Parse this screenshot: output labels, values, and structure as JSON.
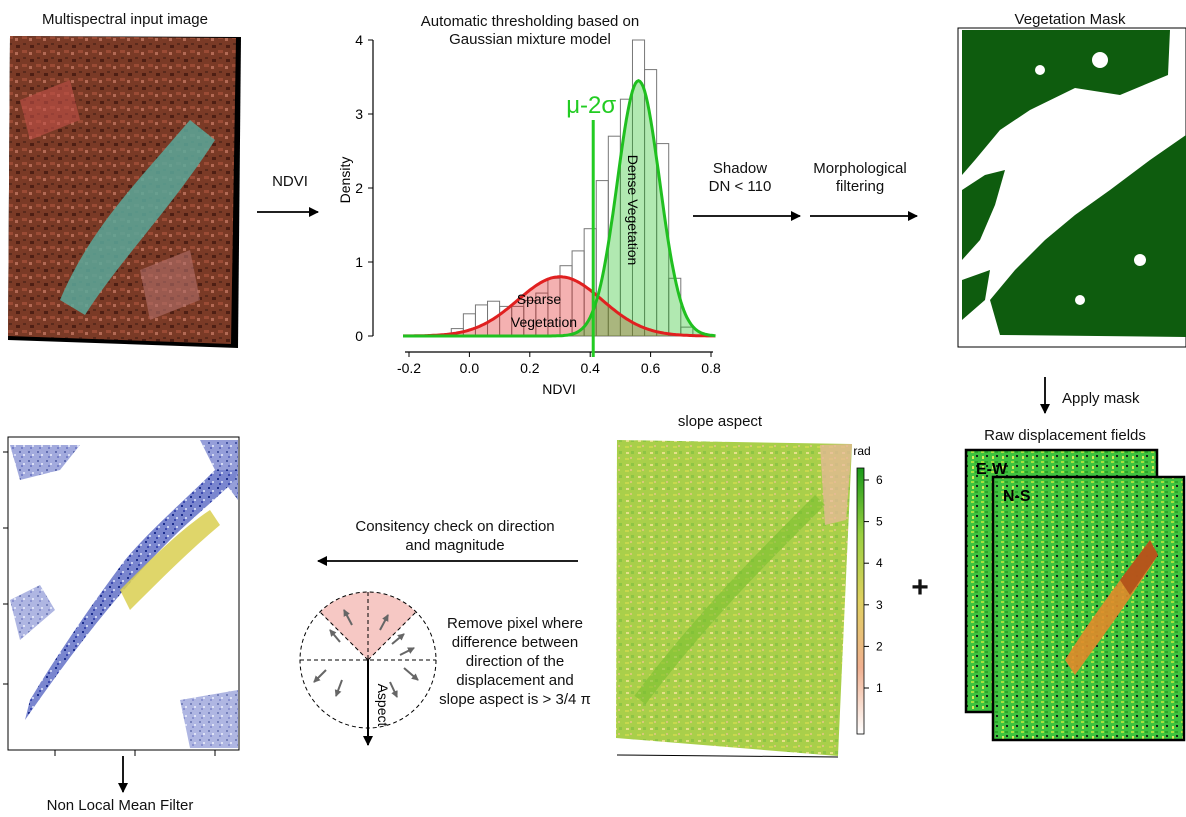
{
  "panels": {
    "input": {
      "title": "Multispectral input image"
    },
    "histogram": {
      "title_line1": "Automatic thresholding based on",
      "title_line2": "Gaussian mixture model",
      "threshold_label": "μ-2σ",
      "sparse_line1": "Sparse",
      "sparse_line2": "Vegetation",
      "dense_label": "Dense Vegetation"
    },
    "mask": {
      "title": "Vegetation Mask"
    },
    "raw": {
      "title": "Raw displacement fields",
      "ew_label": "E-W",
      "ns_label": "N-S"
    },
    "aspect": {
      "title": "slope aspect",
      "colorbar_title": "rad",
      "colorbar_ticks": [
        "1",
        "2",
        "3",
        "4",
        "5",
        "6"
      ]
    },
    "output": {
      "title": "Non Local Mean Filter"
    },
    "diagram": {
      "aspect_label": "Aspect"
    }
  },
  "steps": {
    "ndvi": "NDVI",
    "shadow_line1": "Shadow",
    "shadow_line2": "DN < 110",
    "morph_line1": "Morphological",
    "morph_line2": "filtering",
    "apply_mask": "Apply mask",
    "consistency_line1": "Consitency check on direction",
    "consistency_line2": "and magnitude",
    "remove_lines": [
      "Remove pixel where",
      "difference between",
      "direction of the",
      "displacement and",
      "slope aspect is > 3/4 π"
    ],
    "plus": "+"
  },
  "colors": {
    "sparse": "#e02020",
    "dense": "#20c020",
    "threshold": "#22cc22",
    "mask_green": "#0e5c0e",
    "cone_fill": "#f6c8c4"
  },
  "chart_data": {
    "type": "bar",
    "xlabel": "NDVI",
    "ylabel": "Density",
    "xlim": [
      -0.25,
      0.85
    ],
    "ylim": [
      0,
      4
    ],
    "x_ticks": [
      -0.2,
      0.0,
      0.2,
      0.4,
      0.6,
      0.8
    ],
    "y_ticks": [
      0,
      1,
      2,
      3,
      4
    ],
    "threshold": 0.41,
    "bin_width": 0.04,
    "bin_left_edges": [
      -0.06,
      -0.02,
      0.02,
      0.06,
      0.1,
      0.14,
      0.18,
      0.22,
      0.26,
      0.3,
      0.34,
      0.38,
      0.42,
      0.46,
      0.5,
      0.54,
      0.58,
      0.62,
      0.66,
      0.7
    ],
    "densities": [
      0.1,
      0.3,
      0.42,
      0.47,
      0.4,
      0.4,
      0.48,
      0.58,
      0.78,
      0.95,
      1.15,
      1.45,
      2.1,
      2.7,
      3.2,
      4.0,
      3.6,
      2.6,
      0.78,
      0.12
    ],
    "series": [
      {
        "name": "Sparse Vegetation",
        "mu": 0.3,
        "sigma": 0.14,
        "peak": 0.8
      },
      {
        "name": "Dense Vegetation",
        "mu": 0.56,
        "sigma": 0.07,
        "peak": 3.45
      }
    ]
  }
}
